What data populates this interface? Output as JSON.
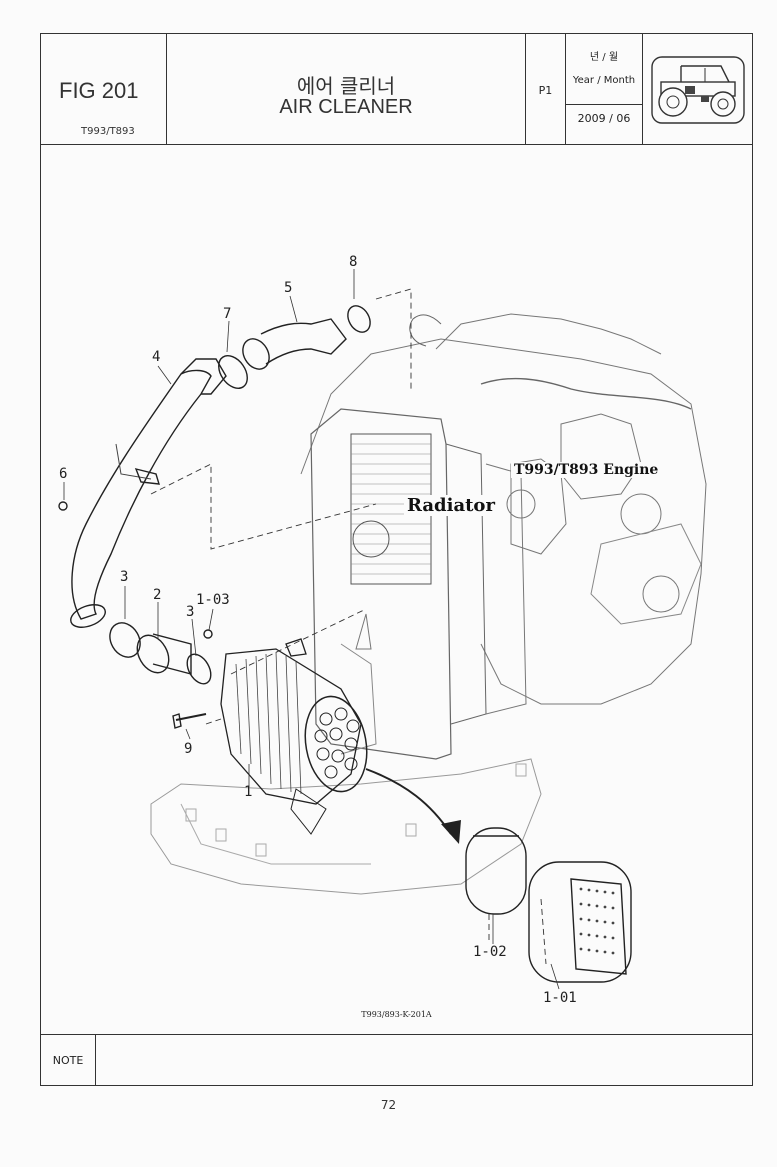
{
  "header": {
    "fig_number": "FIG 201",
    "model": "T993/T893",
    "title_korean": "에어 클리너",
    "title_english": "AIR CLEANER",
    "page_label": "P1",
    "date_header_korean": "년 / 월",
    "date_header_english": "Year / Month",
    "date_value": "2009 / 06"
  },
  "drawing": {
    "labels": {
      "engine": "T993/T893 Engine",
      "radiator": "Radiator"
    },
    "callouts": {
      "part_8": "8",
      "part_5": "5",
      "part_7": "7",
      "part_4": "4",
      "part_6": "6",
      "part_3a": "3",
      "part_2": "2",
      "part_1_03": "1-03",
      "part_3b": "3",
      "part_9": "9",
      "part_1": "1",
      "part_1_02": "1-02",
      "part_1_01": "1-01"
    },
    "drawing_code": "T993/893-K-201A"
  },
  "footer": {
    "note_label": "NOTE",
    "page_number": "72"
  }
}
